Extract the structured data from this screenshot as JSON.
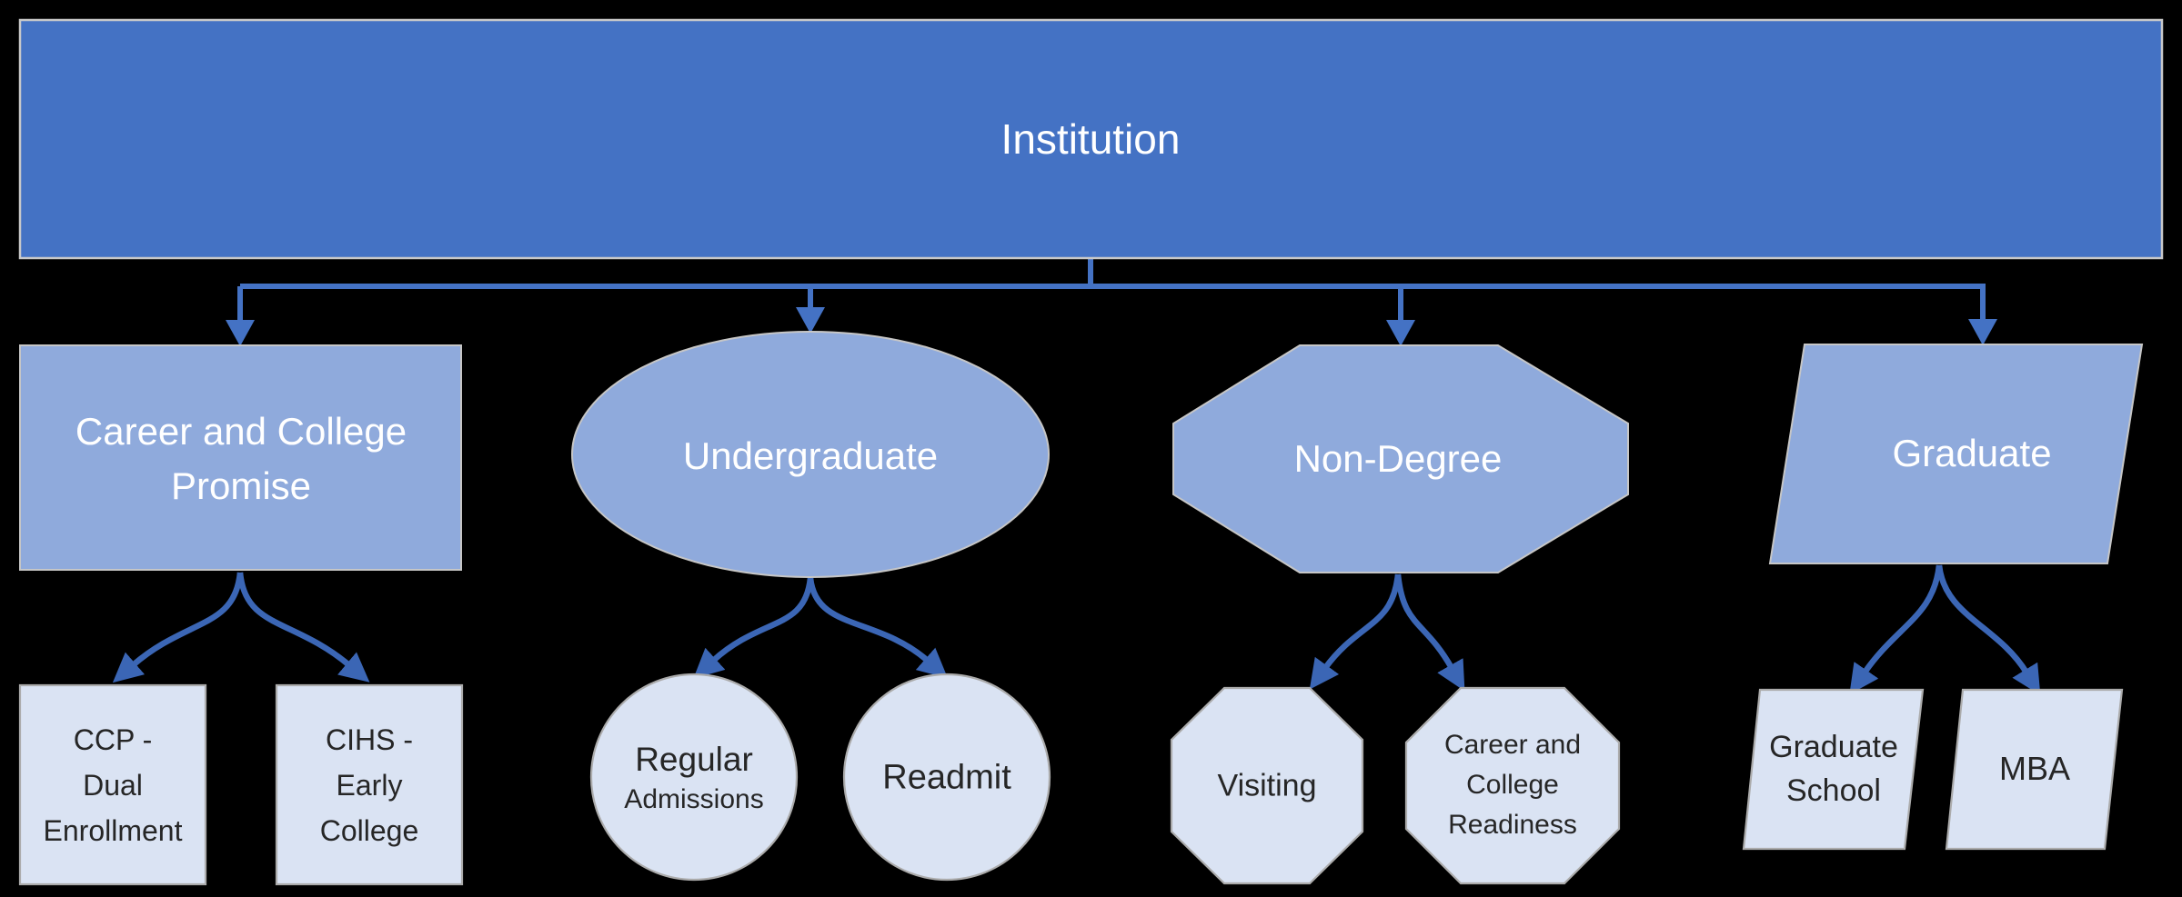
{
  "diagram": {
    "type": "org-chart",
    "root": "institution",
    "levels": 3
  },
  "colors": {
    "background": "#000000",
    "root_fill": "#4472C4",
    "branch_fill": "#8FAADC",
    "leaf_fill": "#DAE3F3",
    "connector": "#4472C4",
    "connector_curved": "#3B66B5",
    "root_text": "#FFFFFF",
    "branch_text": "#FFFFFF",
    "leaf_text": "#262626"
  },
  "nodes": {
    "institution": {
      "label": "Institution",
      "shape": "rectangle"
    },
    "career_college_promise": {
      "lines": [
        "Career and College",
        "Promise"
      ],
      "shape": "rectangle"
    },
    "undergraduate": {
      "label": "Undergraduate",
      "shape": "ellipse"
    },
    "non_degree": {
      "label": "Non-Degree",
      "shape": "octagon"
    },
    "graduate": {
      "label": "Graduate",
      "shape": "parallelogram"
    },
    "ccp_dual_enrollment": {
      "lines": [
        "CCP -",
        "Dual",
        "Enrollment"
      ],
      "shape": "rectangle"
    },
    "cihs_early_college": {
      "lines": [
        "CIHS -",
        "Early",
        "College"
      ],
      "shape": "rectangle"
    },
    "regular_admissions": {
      "lines": [
        "Regular",
        "Admissions"
      ],
      "shape": "circle"
    },
    "readmit": {
      "label": "Readmit",
      "shape": "circle"
    },
    "visiting": {
      "label": "Visiting",
      "shape": "octagon"
    },
    "career_college_readiness": {
      "lines": [
        "Career and",
        "College",
        "Readiness"
      ],
      "shape": "octagon"
    },
    "graduate_school": {
      "lines": [
        "Graduate",
        "School"
      ],
      "shape": "parallelogram"
    },
    "mba": {
      "label": "MBA",
      "shape": "parallelogram"
    }
  }
}
